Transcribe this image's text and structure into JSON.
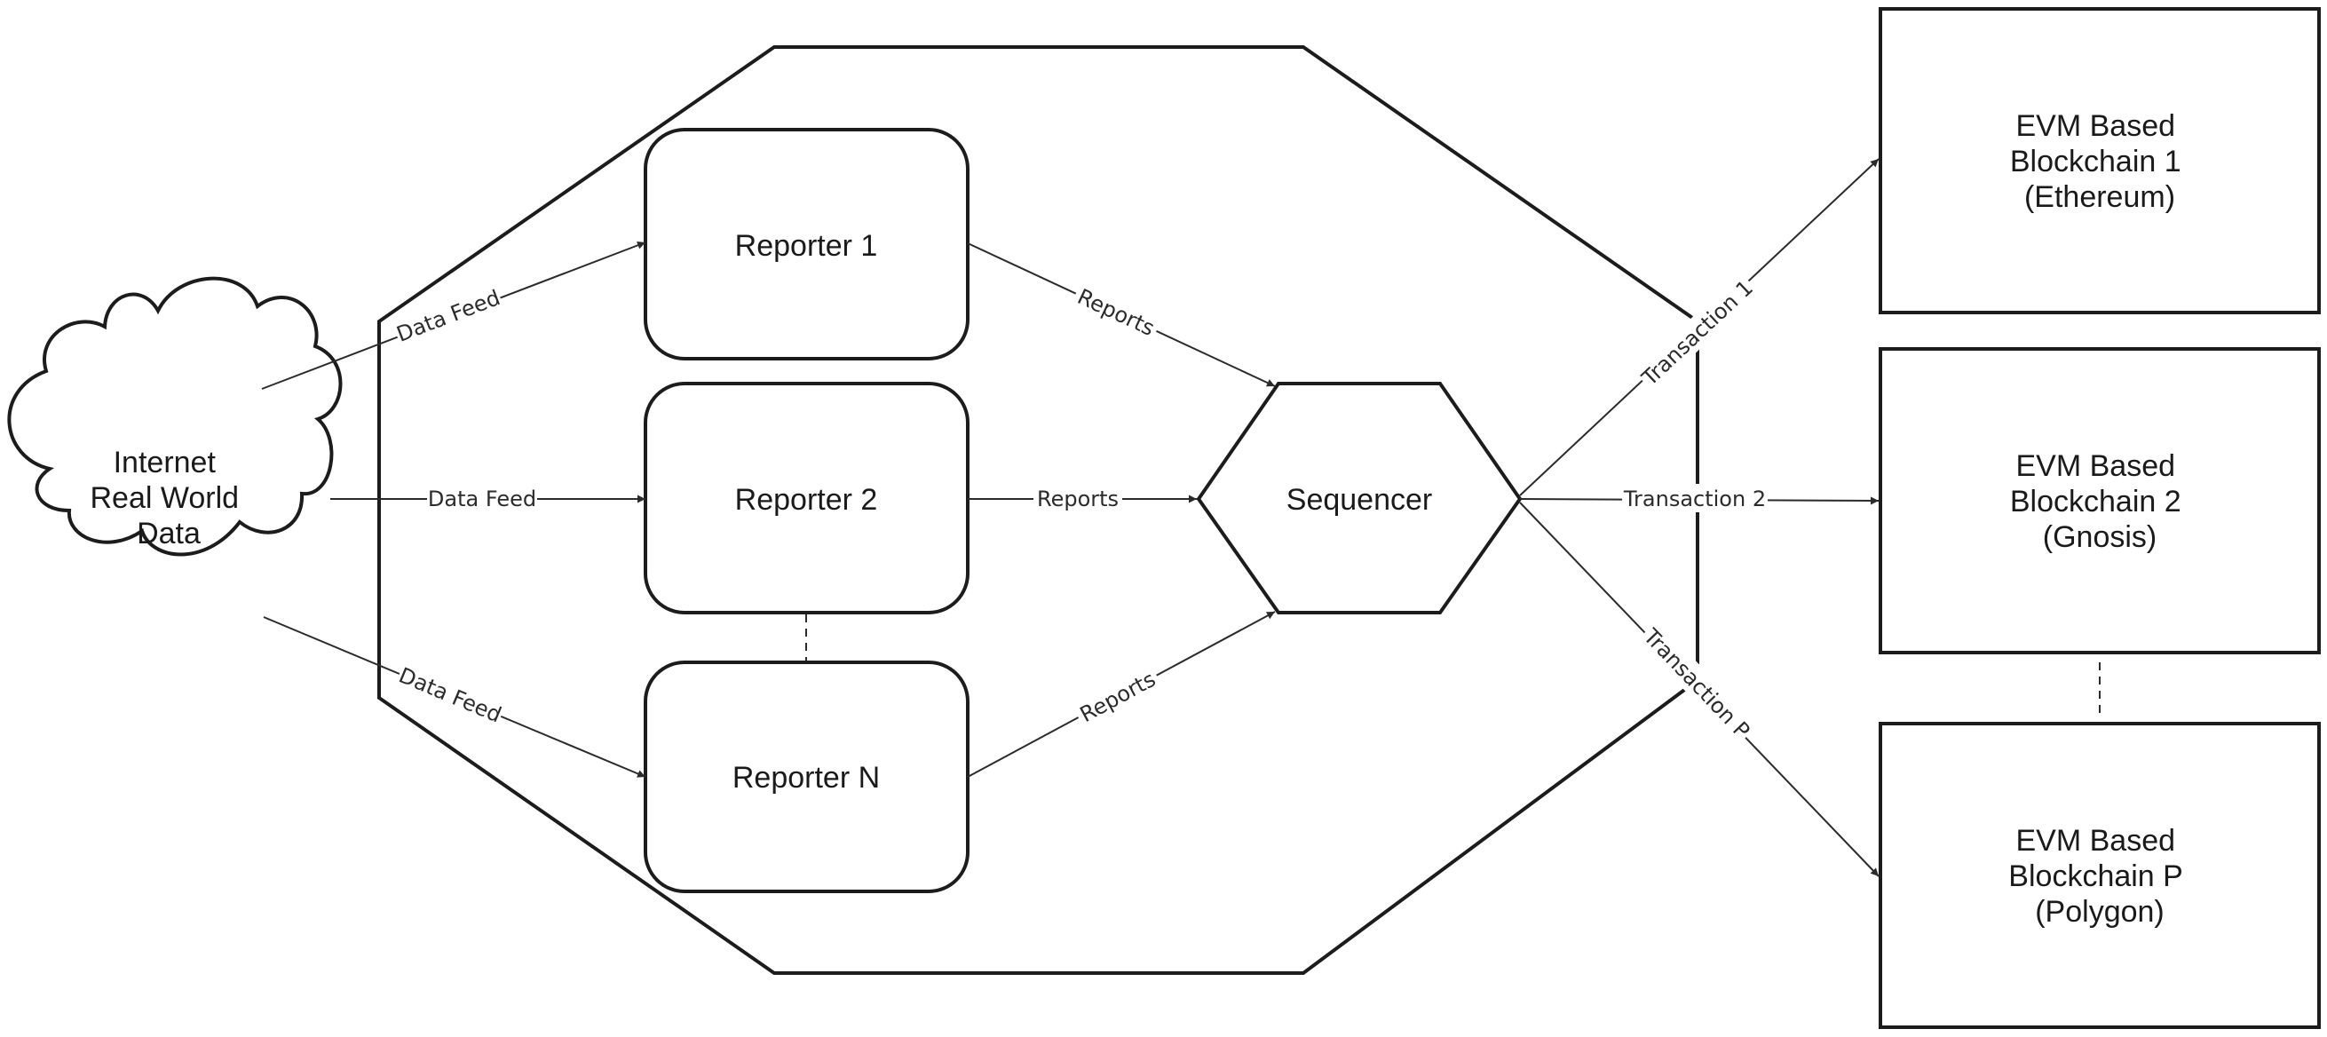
{
  "nodes": {
    "internet": [
      "Internet",
      "Real World",
      "Data"
    ],
    "reporter_1": "Reporter 1",
    "reporter_2": "Reporter 2",
    "reporter_n": "Reporter N",
    "sequencer": "Sequencer",
    "blockchain_1": [
      "EVM Based",
      "Blockchain 1",
      "(Ethereum)"
    ],
    "blockchain_2": [
      "EVM Based",
      "Blockchain 2",
      "(Gnosis)"
    ],
    "blockchain_p": [
      "EVM Based",
      "Blockchain P",
      "(Polygon)"
    ]
  },
  "edges": {
    "data_feed_1": "Data Feed",
    "data_feed_2": "Data Feed",
    "data_feed_n": "Data Feed",
    "reports_1": "Reports",
    "reports_2": "Reports",
    "reports_n": "Reports",
    "transaction_1": "Transaction 1",
    "transaction_2": "Transaction 2",
    "transaction_p": "Transaction P"
  }
}
